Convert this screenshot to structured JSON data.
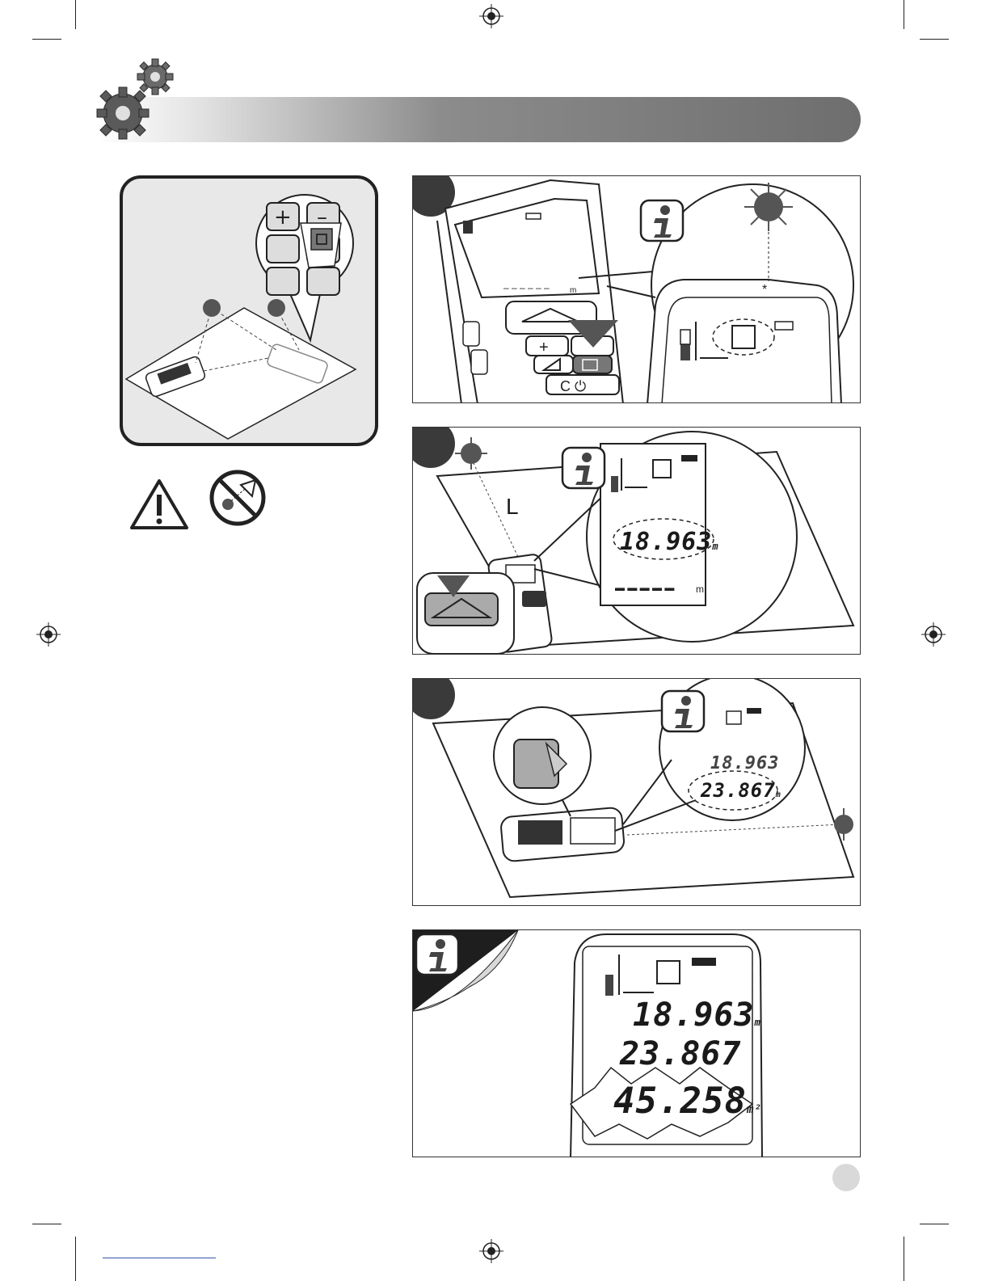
{
  "step1": {
    "label": "L",
    "reading1": "18.963",
    "unit1": "m"
  },
  "step2": {
    "reading1": "18.963",
    "reading2": "23.867",
    "unit": "m"
  },
  "step3": {
    "reading1": "18.963",
    "reading2": "23.867",
    "area": "45.258",
    "area_unit": "m²"
  },
  "display": {
    "scale_unit": "m"
  },
  "icons": [
    "gear-icon",
    "info-icon",
    "warning-icon",
    "no-laser-eye-icon",
    "laser-dot-icon",
    "registration-mark-icon"
  ]
}
